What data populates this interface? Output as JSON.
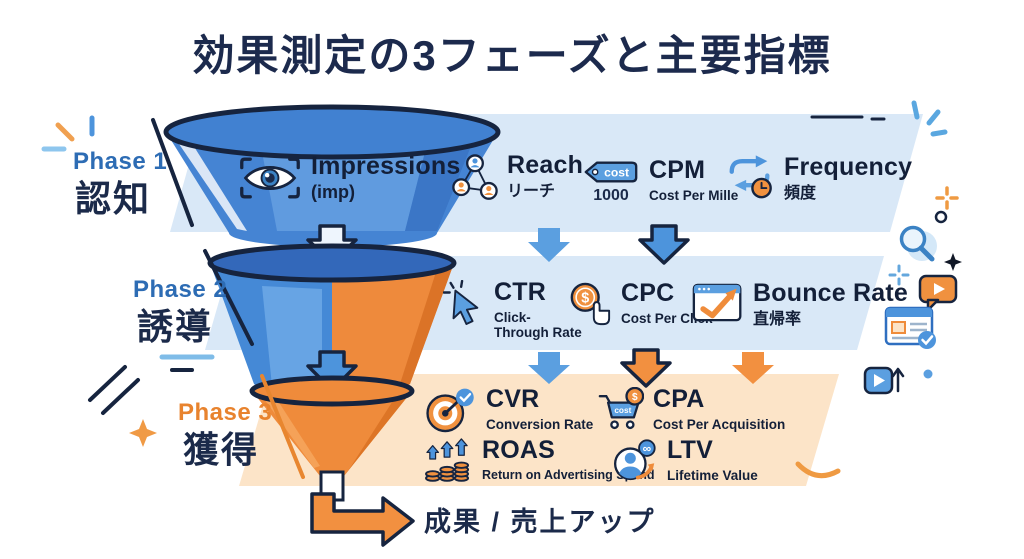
{
  "title": "効果測定の3フェーズと主要指標",
  "colors": {
    "navy": "#16243f",
    "blue": "#4d94dc",
    "phase_label_blue": "#2d6cb4",
    "phase_label_orange": "#e8832e",
    "orange": "#ef8c3b",
    "band_blue": "#d9e8f7",
    "band_orange": "#fce4c8"
  },
  "phases": [
    {
      "label": "Phase 1",
      "name": "認知",
      "metrics": [
        {
          "abbr": "Impressions",
          "sub": "(imp)",
          "icon": "eye-icon"
        },
        {
          "abbr": "Reach",
          "sub": "リーチ",
          "icon": "network-icon"
        },
        {
          "abbr": "CPM",
          "sub": "Cost Per Mille",
          "icon": "cost-tag-icon"
        },
        {
          "abbr": "Frequency",
          "sub": "頻度",
          "icon": "frequency-icon"
        }
      ]
    },
    {
      "label": "Phase 2",
      "name": "誘導",
      "metrics": [
        {
          "abbr": "CTR",
          "sub": "Click-Through Rate",
          "icon": "cursor-icon"
        },
        {
          "abbr": "CPC",
          "sub": "Cost Per Click",
          "icon": "coin-hand-icon"
        },
        {
          "abbr": "Bounce Rate",
          "sub": "直帰率",
          "icon": "browser-check-icon"
        }
      ]
    },
    {
      "label": "Phase 3",
      "name": "獲得",
      "metrics": [
        {
          "abbr": "CVR",
          "sub": "Conversion Rate",
          "icon": "target-check-icon"
        },
        {
          "abbr": "CPA",
          "sub": "Cost Per Acquisition",
          "icon": "cart-coin-icon"
        },
        {
          "abbr": "ROAS",
          "sub": "Return on Advertising Spend",
          "icon": "coins-up-icon"
        },
        {
          "abbr": "LTV",
          "sub": "Lifetime Value",
          "icon": "person-infinity-icon"
        }
      ]
    }
  ],
  "icons": {
    "cost_tag": "cost",
    "cost_tag_value": "1000",
    "cart_label": "cost",
    "dollar": "$",
    "infinity": "∞"
  },
  "outcome": "成果 / 売上アップ"
}
